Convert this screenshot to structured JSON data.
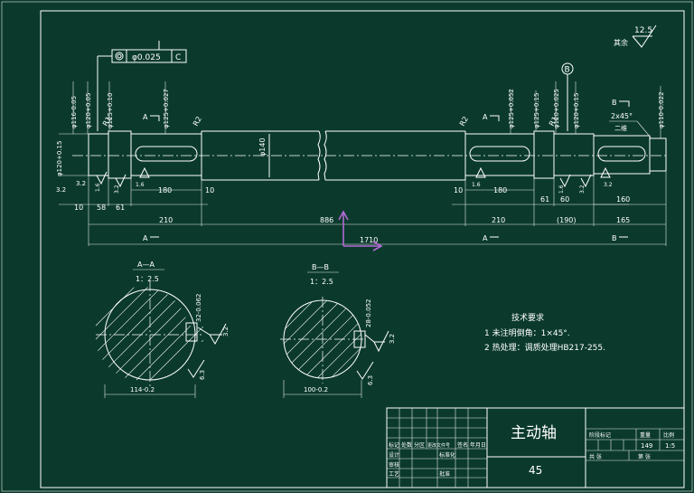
{
  "drawing": {
    "title": "主动轴",
    "material": "45",
    "roughness_other": "12.5",
    "roughness_other_label": "其余",
    "datum_b": "B",
    "tolerance_frame": {
      "symbol": "◎",
      "value": "φ0.025",
      "datum": "C"
    },
    "tech_req": {
      "heading": "技术要求",
      "items": [
        "1 未注明倒角：1×45°.",
        "2 热处理：调质处理HB217-255."
      ]
    },
    "sections": {
      "aa": {
        "label": "A—A",
        "scale": "1：2.5",
        "width": "114-0.2",
        "keyway": "32-0.062",
        "rough1": "3.2",
        "rough2": "6.3"
      },
      "bb": {
        "label": "B—B",
        "scale": "1：2.5",
        "width": "100-0.2",
        "keyway": "28-0.052",
        "rough1": "3.2",
        "rough2": "6.3"
      }
    },
    "dims": {
      "d140": "φ140",
      "d120_left": "φ120+0.15",
      "d116": "φ116-0.05",
      "d120b_left": "φ120+0.05",
      "d125a": "φ125+0.10",
      "d125b": "φ125+0.027",
      "d125c": "φ125+0.052",
      "d125d": "φ125+0.15",
      "d120c": "φ120+0.025",
      "d120d": "φ120+0.15",
      "d110": "φ110-0.022",
      "chamfer": "2x45°",
      "r_left": "R2",
      "r_mid": "R2",
      "r_right": "R1",
      "r_right2": "R1",
      "len_10a": "10",
      "len_58": "58",
      "len_61a": "61",
      "len_180a": "180",
      "len_10b": "10",
      "len_210a": "210",
      "len_886": "886",
      "len_10c": "10",
      "len_180b": "180",
      "len_61b": "61",
      "len_60": "60",
      "len_160": "160",
      "len_210b": "210",
      "len_190": "(190)",
      "len_165": "165",
      "len_1710": "1710",
      "rough_16a": "1.6",
      "rough_32a": "3.2",
      "rough_32b": "3.2",
      "rough_16b": "1.6",
      "rough_16c": "1.6",
      "rough_32c": "3.2",
      "rough_16d": "1.6",
      "rough_32d": "3.2",
      "rough_32e": "3.2",
      "sec_a1": "A",
      "sec_a2": "A",
      "sec_b1": "B",
      "sec_a3": "A",
      "sec_a4": "A",
      "sec_b2": "B",
      "bore_lbl": "二维"
    },
    "title_block": {
      "scale_label": "1:5",
      "qty": "149",
      "weight_label": "重量",
      "scale_head": "比例",
      "stage_label": "阶段标记",
      "sheet": "共  张",
      "sheet2": "第  张",
      "rows_left": [
        "标记",
        "设计",
        "审核",
        "工艺"
      ],
      "rows_mid": [
        "处数",
        "标准化",
        "批准"
      ],
      "rows_right": [
        "分区",
        "更改文件号",
        "签名",
        "年月日"
      ]
    }
  }
}
